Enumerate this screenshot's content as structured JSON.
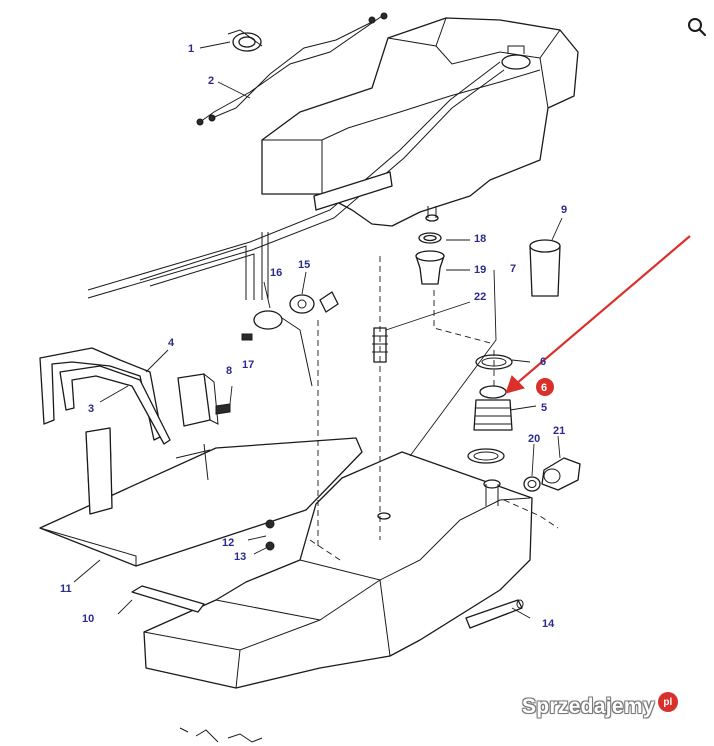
{
  "callouts": [
    {
      "id": "callout-1",
      "text": "1"
    },
    {
      "id": "callout-2",
      "text": "2"
    },
    {
      "id": "callout-3",
      "text": "3"
    },
    {
      "id": "callout-4",
      "text": "4"
    },
    {
      "id": "callout-5",
      "text": "5"
    },
    {
      "id": "callout-6",
      "text": "6"
    },
    {
      "id": "callout-6b",
      "text": "6"
    },
    {
      "id": "callout-7",
      "text": "7"
    },
    {
      "id": "callout-8",
      "text": "8"
    },
    {
      "id": "callout-9",
      "text": "9"
    },
    {
      "id": "callout-10",
      "text": "10"
    },
    {
      "id": "callout-11",
      "text": "11"
    },
    {
      "id": "callout-12",
      "text": "12"
    },
    {
      "id": "callout-13",
      "text": "13"
    },
    {
      "id": "callout-14",
      "text": "14"
    },
    {
      "id": "callout-15",
      "text": "15"
    },
    {
      "id": "callout-16",
      "text": "16"
    },
    {
      "id": "callout-17",
      "text": "17"
    },
    {
      "id": "callout-18",
      "text": "18"
    },
    {
      "id": "callout-19",
      "text": "19"
    },
    {
      "id": "callout-20",
      "text": "20"
    },
    {
      "id": "callout-21",
      "text": "21"
    },
    {
      "id": "callout-22",
      "text": "22"
    }
  ],
  "watermark": {
    "text": "Sprzedajemy",
    "badge": "pl"
  },
  "icons": {
    "search": "search-icon",
    "arrow": "red-pointer-arrow"
  },
  "colors": {
    "callout": "#2b2b8f",
    "highlight": "#d9302c",
    "line": "#1a1a1a"
  }
}
